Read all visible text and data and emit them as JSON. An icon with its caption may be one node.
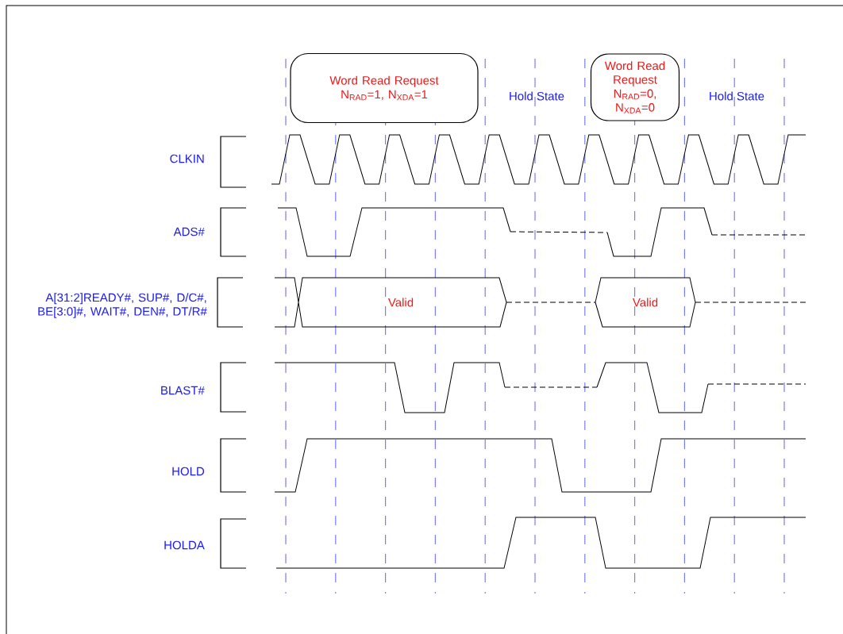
{
  "diagram": {
    "nodes": [
      {
        "text": [
          "Word Read Request",
          "N$_{RAD}$=1, N$_{XDA}$=1"
        ]
      },
      {
        "text": [
          "Word Read Request",
          "N$_{RAD}$=0, N$_{XDA}$=0"
        ]
      }
    ],
    "labels": [
      "Hold State",
      "Hold State",
      "CLKIN",
      "ADS#",
      "A[31:2]READY#, SUP#, D/C#, BE[3:0]#, WAIT#, DEN#, DT/R#",
      "Valid",
      "Valid",
      "BLAST#",
      "HOLD",
      "HOLDA"
    ]
  }
}
